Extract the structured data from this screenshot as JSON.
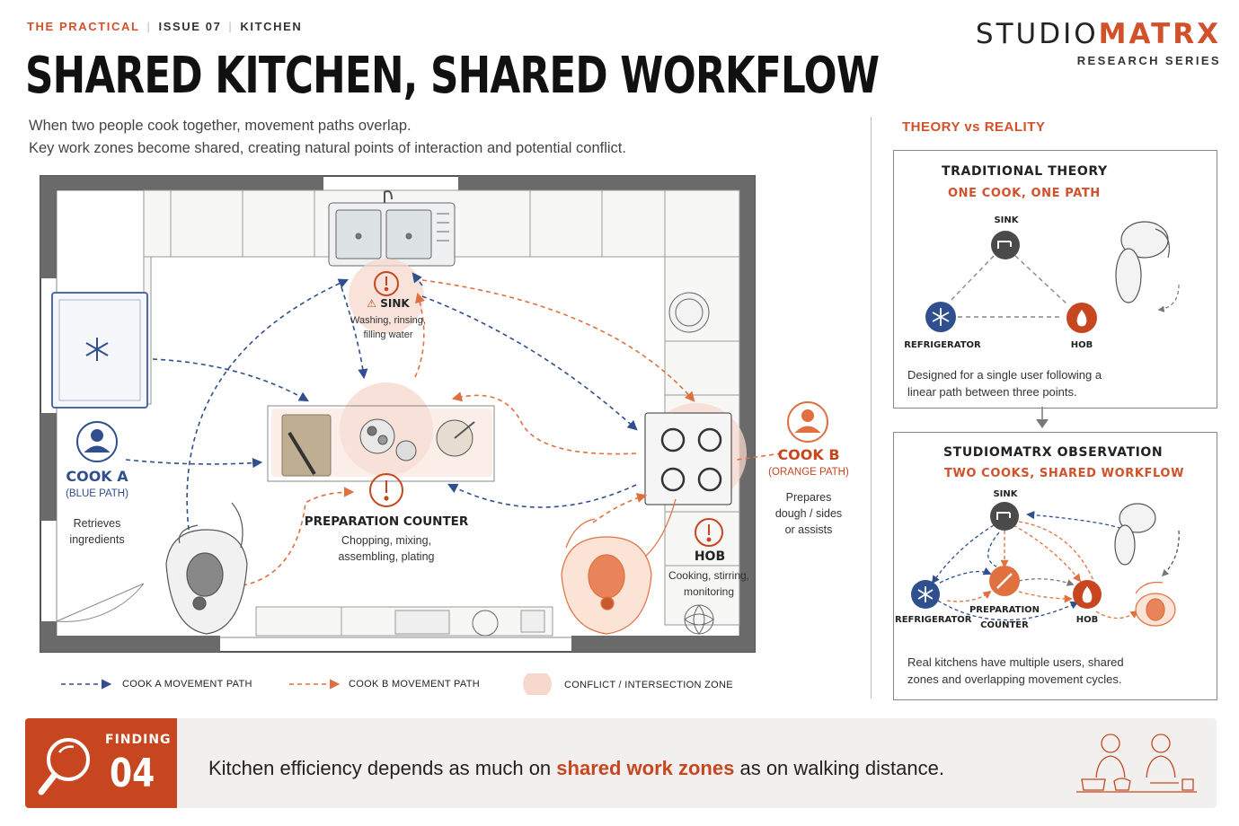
{
  "header": {
    "publication": "THE PRACTICAL",
    "issue": "ISSUE 07",
    "section": "KITCHEN",
    "title": "SHARED KITCHEN, SHARED WORKFLOW",
    "subtitle_line1": "When two people cook together, movement paths overlap.",
    "subtitle_line2": "Key work zones become shared, creating natural points of interaction and potential conflict."
  },
  "brand": {
    "name_part1": "STUDIO",
    "name_part2": "MATRX",
    "series": "RESEARCH SERIES"
  },
  "plan": {
    "sink": {
      "label": "SINK",
      "description_line1": "Washing, rinsing,",
      "description_line2": "filling water"
    },
    "prep": {
      "label": "PREPARATION COUNTER",
      "description_line1": "Chopping, mixing,",
      "description_line2": "assembling, plating"
    },
    "hob": {
      "label": "HOB",
      "description_line1": "Cooking, stirring,",
      "description_line2": "monitoring"
    },
    "cook_a": {
      "name": "COOK A",
      "path": "(BLUE PATH)",
      "task_line1": "Retrieves",
      "task_line2": "ingredients"
    },
    "cook_b": {
      "name": "COOK B",
      "path": "(ORANGE PATH)",
      "task_line1": "Prepares",
      "task_line2": "dough / sides",
      "task_line3": "or assists"
    }
  },
  "legend": {
    "cook_a": "COOK A MOVEMENT PATH",
    "cook_b": "COOK B MOVEMENT PATH",
    "conflict": "CONFLICT / INTERSECTION ZONE"
  },
  "comparison": {
    "heading": "THEORY vs REALITY",
    "theory": {
      "title": "TRADITIONAL THEORY",
      "subtitle": "ONE COOK, ONE PATH",
      "node_sink": "SINK",
      "node_fridge": "REFRIGERATOR",
      "node_hob": "HOB",
      "text_line1": "Designed for a single user following a",
      "text_line2": "linear path between three points."
    },
    "observation": {
      "title": "STUDIOMATRX OBSERVATION",
      "subtitle": "TWO COOKS, SHARED WORKFLOW",
      "node_sink": "SINK",
      "node_fridge": "REFRIGERATOR",
      "node_prep_line1": "PREPARATION",
      "node_prep_line2": "COUNTER",
      "node_hob": "HOB",
      "text_line1": "Real kitchens have multiple users, shared",
      "text_line2": "zones and overlapping movement cycles."
    }
  },
  "finding": {
    "label": "FINDING",
    "number": "04",
    "text_before": "Kitchen efficiency depends as much on ",
    "text_highlight": "shared work zones",
    "text_after": " as on walking distance."
  },
  "colors": {
    "accent": "#d2502a",
    "cook_a_blue": "#2f4f8f",
    "cook_b_orange": "#e07040",
    "conflict_zone": "#f6d8cc"
  },
  "icons": [
    "warning-icon",
    "snowflake-icon",
    "flame-icon",
    "faucet-icon",
    "knife-icon",
    "person-icon",
    "magnifier-icon"
  ]
}
